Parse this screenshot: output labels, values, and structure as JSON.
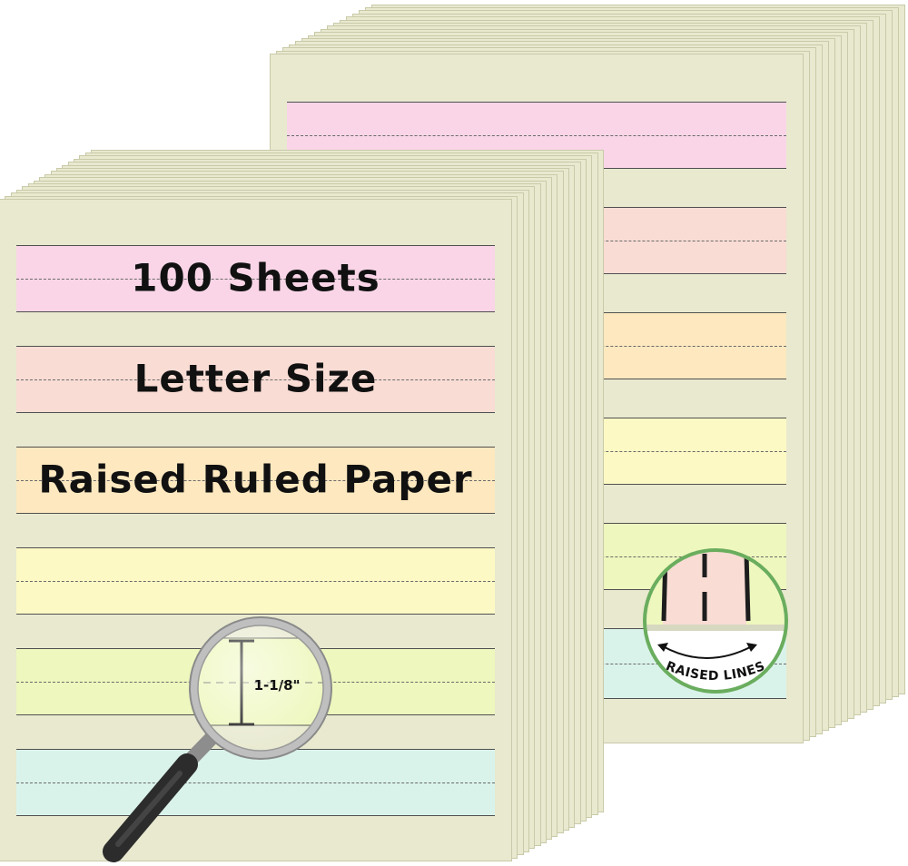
{
  "product": {
    "headline_1": "100 Sheets",
    "headline_2": "Letter Size",
    "headline_3": "Raised Ruled Paper",
    "measurement": "1-1/8\"",
    "inset_label": "RAISED LINES"
  },
  "colors": {
    "paper": "#e8e9cf",
    "band_pink": "#f9d5e7",
    "band_salmon": "#f9dcd4",
    "band_orange": "#fde8bf",
    "band_yellow": "#fdf9c4",
    "band_lime": "#eef7bd",
    "band_mint": "#daf3ea",
    "inset_ring": "#6aad5e"
  }
}
